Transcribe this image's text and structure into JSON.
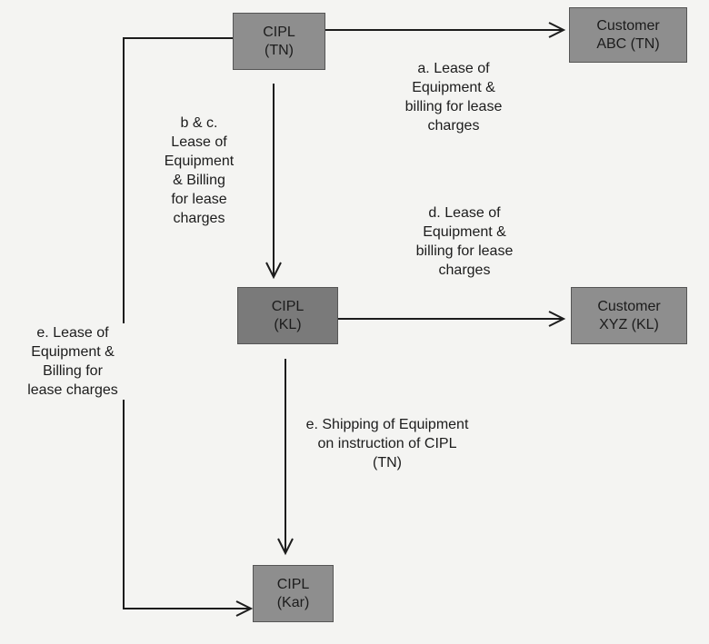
{
  "nodes": {
    "cipl_tn": {
      "line1": "CIPL",
      "line2": "(TN)"
    },
    "customer_abc": {
      "line1": "Customer",
      "line2": "ABC (TN)"
    },
    "cipl_kl": {
      "line1": "CIPL",
      "line2": "(KL)"
    },
    "customer_xyz": {
      "line1": "Customer",
      "line2": "XYZ (KL)"
    },
    "cipl_kar": {
      "line1": "CIPL",
      "line2": "(Kar)"
    }
  },
  "edges": {
    "a": {
      "lines": [
        "a. Lease of",
        "Equipment &",
        "billing for lease",
        "charges"
      ]
    },
    "bc": {
      "lines": [
        "b & c.",
        "Lease of",
        "Equipment",
        "& Billing",
        "for lease",
        "charges"
      ]
    },
    "d": {
      "lines": [
        "d. Lease of",
        "Equipment &",
        "billing for lease",
        "charges"
      ]
    },
    "e_left": {
      "lines": [
        "e. Lease of",
        "Equipment &",
        "Billing for",
        "lease charges"
      ]
    },
    "e_ship": {
      "lines": [
        "e. Shipping of Equipment",
        "on instruction of CIPL",
        "(TN)"
      ]
    }
  }
}
